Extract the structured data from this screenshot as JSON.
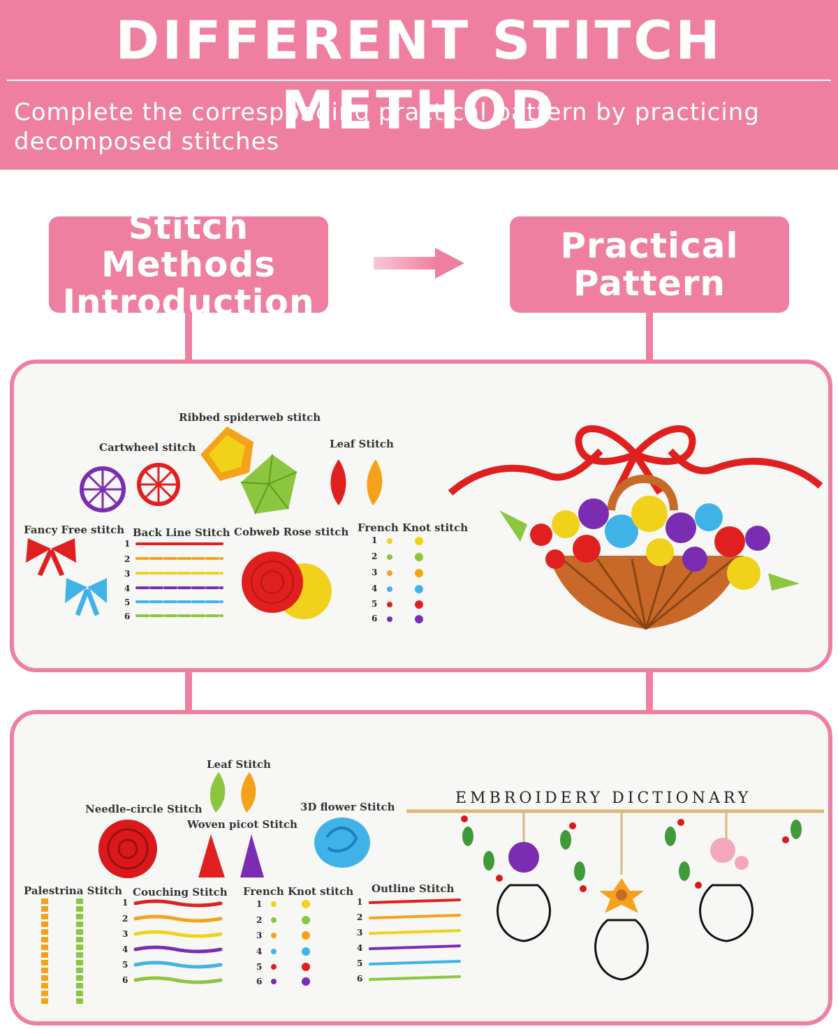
{
  "header": {
    "title": "DIFFERENT STITCH METHOD",
    "subtitle": "Complete the corresponding practical pattern by practicing decomposed stitches"
  },
  "tags": {
    "left": "Stitch Methods\nIntroduction",
    "right": "Practical\nPattern"
  },
  "panel1": {
    "labels": {
      "ribbed": "Ribbed spiderweb stitch",
      "cartwheel": "Cartwheel stitch",
      "leaf": "Leaf Stitch",
      "fancy": "Fancy Free stitch",
      "backline": "Back Line Stitch",
      "cobweb": "Cobweb Rose stitch",
      "french": "French Knot stitch"
    },
    "numbers": [
      "1",
      "2",
      "3",
      "4",
      "5",
      "6"
    ]
  },
  "panel2": {
    "labels": {
      "leaf": "Leaf Stitch",
      "needle": "Needle-circle Stitch",
      "woven": "Woven picot Stitch",
      "flower3d": "3D flower Stitch",
      "palestrina": "Palestrina Stitch",
      "couching": "Couching Stitch",
      "french": "French Knot stitch",
      "outline": "Outline Stitch"
    },
    "numbers": [
      "1",
      "2",
      "3",
      "4",
      "5",
      "6"
    ],
    "pattern_title": "EMBROIDERY DICTIONARY"
  },
  "colors": {
    "pink": "#ef7fa1",
    "rows": [
      "#e0201f",
      "#f5a21b",
      "#f0d21a",
      "#7a2db0",
      "#3fb3e8",
      "#8cc63f"
    ]
  }
}
